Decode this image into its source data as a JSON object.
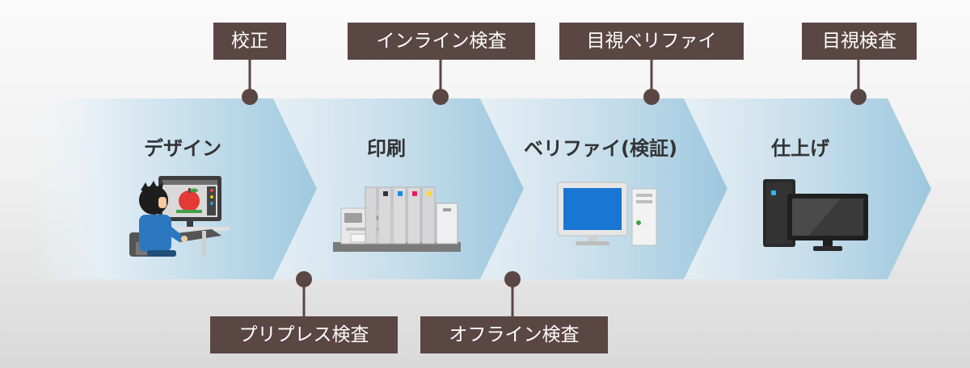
{
  "stages": [
    {
      "label": "デザイン",
      "illustration": "designer-at-computer-illustration"
    },
    {
      "label": "印刷",
      "illustration": "printing-press-illustration"
    },
    {
      "label": "ベリファイ(検証)",
      "illustration": "computer-monitor-illustration"
    },
    {
      "label": "仕上げ",
      "illustration": "desktop-pc-illustration"
    }
  ],
  "inspections_top": [
    {
      "label": "校正"
    },
    {
      "label": "インライン検査"
    },
    {
      "label": "目視ベリファイ"
    },
    {
      "label": "目視検査"
    }
  ],
  "inspections_bottom": [
    {
      "label": "プリプレス検査"
    },
    {
      "label": "オフライン検査"
    }
  ],
  "colors": {
    "chevron_light": "#e3eef5",
    "chevron_dark": "#9fc9df",
    "label_bg": "#5a4643",
    "label_text": "#ffffff",
    "connector": "#5a4643",
    "stage_text": "#333333"
  }
}
